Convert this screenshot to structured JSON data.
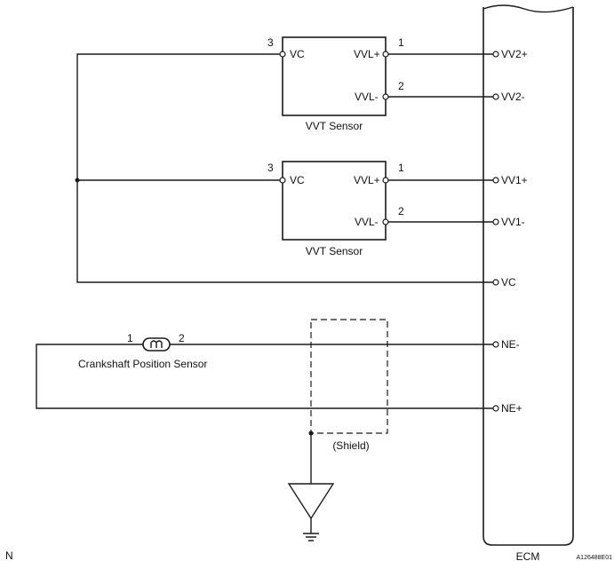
{
  "ecm": {
    "label": "ECM",
    "terminals": [
      "VV2+",
      "VV2-",
      "VV1+",
      "VV1-",
      "VC",
      "NE-",
      "NE+"
    ]
  },
  "vvt_sensor_1": {
    "label": "VVT Sensor",
    "vc": "VC",
    "vvl_plus": "VVL+",
    "vvl_minus": "VVL-",
    "pin_vc": "3",
    "pin_vvl_plus": "1",
    "pin_vvl_minus": "2"
  },
  "vvt_sensor_2": {
    "label": "VVT Sensor",
    "vc": "VC",
    "vvl_plus": "VVL+",
    "vvl_minus": "VVL-",
    "pin_vc": "3",
    "pin_vvl_plus": "1",
    "pin_vvl_minus": "2"
  },
  "crank_sensor": {
    "label": "Crankshaft Position Sensor",
    "pin_left": "1",
    "pin_right": "2"
  },
  "shield": {
    "label": "(Shield)"
  },
  "corner_left": "N",
  "figure_code": "A126488E01"
}
